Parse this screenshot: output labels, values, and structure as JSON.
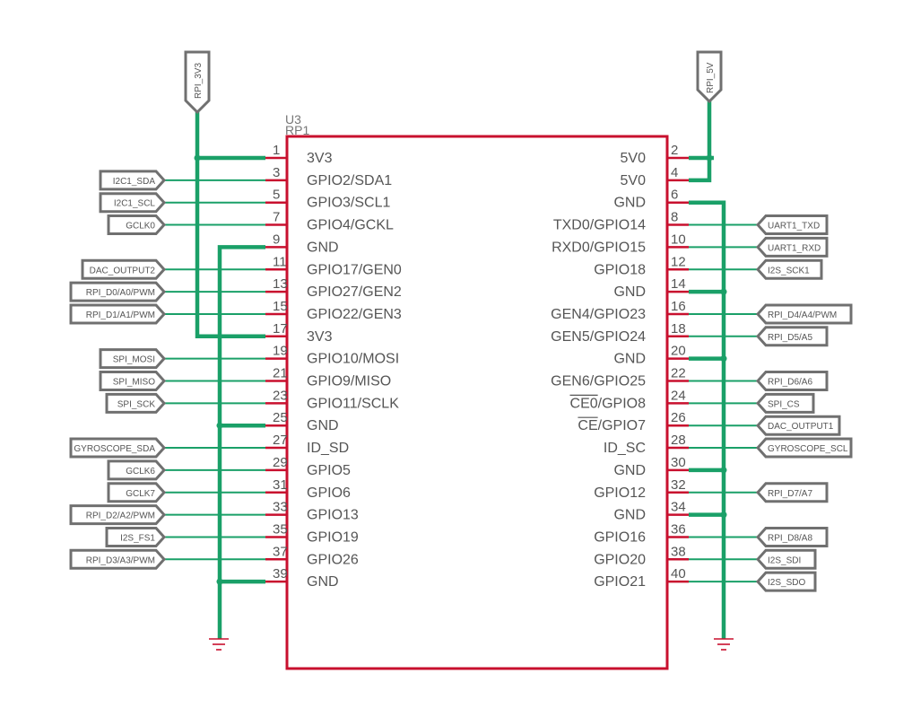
{
  "component": {
    "ref": "U3",
    "value": "RP1"
  },
  "power": {
    "left": {
      "label": "RPI_3V3"
    },
    "right": {
      "label": "RPI_5V"
    }
  },
  "left_pins": [
    {
      "num": "1",
      "name": "3V3",
      "net": ""
    },
    {
      "num": "3",
      "name": "GPIO2/SDA1",
      "net": "I2C1_SDA"
    },
    {
      "num": "5",
      "name": "GPIO3/SCL1",
      "net": "I2C1_SCL"
    },
    {
      "num": "7",
      "name": "GPIO4/GCKL",
      "net": "GCLK0"
    },
    {
      "num": "9",
      "name": "GND",
      "net": ""
    },
    {
      "num": "11",
      "name": "GPIO17/GEN0",
      "net": "DAC_OUTPUT2"
    },
    {
      "num": "13",
      "name": "GPIO27/GEN2",
      "net": "RPI_D0/A0/PWM"
    },
    {
      "num": "15",
      "name": "GPIO22/GEN3",
      "net": "RPI_D1/A1/PWM"
    },
    {
      "num": "17",
      "name": "3V3",
      "net": ""
    },
    {
      "num": "19",
      "name": "GPIO10/MOSI",
      "net": "SPI_MOSI"
    },
    {
      "num": "21",
      "name": "GPIO9/MISO",
      "net": "SPI_MISO"
    },
    {
      "num": "23",
      "name": "GPIO11/SCLK",
      "net": "SPI_SCK"
    },
    {
      "num": "25",
      "name": "GND",
      "net": ""
    },
    {
      "num": "27",
      "name": "ID_SD",
      "net": "GYROSCOPE_SDA"
    },
    {
      "num": "29",
      "name": "GPIO5",
      "net": "GCLK6"
    },
    {
      "num": "31",
      "name": "GPIO6",
      "net": "GCLK7"
    },
    {
      "num": "33",
      "name": "GPIO13",
      "net": "RPI_D2/A2/PWM"
    },
    {
      "num": "35",
      "name": "GPIO19",
      "net": "I2S_FS1"
    },
    {
      "num": "37",
      "name": "GPIO26",
      "net": "RPI_D3/A3/PWM"
    },
    {
      "num": "39",
      "name": "GND",
      "net": ""
    }
  ],
  "right_pins": [
    {
      "num": "2",
      "name": "5V0",
      "net": ""
    },
    {
      "num": "4",
      "name": "5V0",
      "net": ""
    },
    {
      "num": "6",
      "name": "GND",
      "net": ""
    },
    {
      "num": "8",
      "name": "TXD0/GPIO14",
      "net": "UART1_TXD"
    },
    {
      "num": "10",
      "name": "RXD0/GPIO15",
      "net": "UART1_RXD"
    },
    {
      "num": "12",
      "name": "GPIO18",
      "net": "I2S_SCK1"
    },
    {
      "num": "14",
      "name": "GND",
      "net": ""
    },
    {
      "num": "16",
      "name": "GEN4/GPIO23",
      "net": "RPI_D4/A4/PWM"
    },
    {
      "num": "18",
      "name": "GEN5/GPIO24",
      "net": "RPI_D5/A5"
    },
    {
      "num": "20",
      "name": "GND",
      "net": ""
    },
    {
      "num": "22",
      "name": "GEN6/GPIO25",
      "net": "RPI_D6/A6"
    },
    {
      "num": "24",
      "name": "CE0/GPIO8",
      "net": "SPI_CS"
    },
    {
      "num": "26",
      "name": "CE/GPIO7",
      "net": "DAC_OUTPUT1"
    },
    {
      "num": "28",
      "name": "ID_SC",
      "net": "GYROSCOPE_SCL"
    },
    {
      "num": "30",
      "name": "GND",
      "net": ""
    },
    {
      "num": "32",
      "name": "GPIO12",
      "net": "RPI_D7/A7"
    },
    {
      "num": "34",
      "name": "GND",
      "net": ""
    },
    {
      "num": "36",
      "name": "GPIO16",
      "net": "RPI_D8/A8"
    },
    {
      "num": "38",
      "name": "GPIO20",
      "net": "I2S_SDI"
    },
    {
      "num": "40",
      "name": "GPIO21",
      "net": "I2S_SDO"
    }
  ],
  "colors": {
    "component_outline": "#c8102e",
    "wire": "#1aa068",
    "label_outline": "#707070",
    "text": "#555555"
  }
}
